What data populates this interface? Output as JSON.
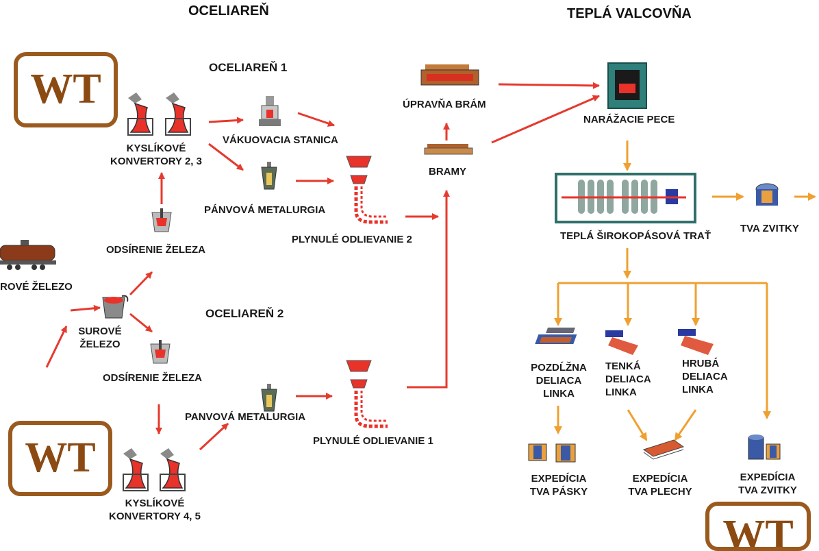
{
  "headers": {
    "steel_plant": "OCELIAREŇ",
    "hot_rolling_mill": "TEPLÁ VALCOVŇA",
    "steel_plant_1": "OCELIAREŇ 1",
    "steel_plant_2": "OCELIAREŇ 2"
  },
  "labels": {
    "raw_iron_train": "ROVÉ ŽELEZO",
    "raw_iron_ladle_line1": "SUROVÉ",
    "raw_iron_ladle_line2": "ŽELEZO",
    "desulf_1": "ODSÍRENIE ŽELEZA",
    "desulf_2": "ODSÍRENIE ŽELEZA",
    "converters_23_line1": "KYSLÍKOVÉ",
    "converters_23_line2": "KONVERTORY 2, 3",
    "converters_45_line1": "KYSLÍKOVÉ",
    "converters_45_line2": "KONVERTORY 4, 5",
    "vacuum_station": "VÁKUOVACIA STANICA",
    "ladle_metallurgy_1": "PÁNVOVÁ METALURGIA",
    "ladle_metallurgy_2": "PANVOVÁ METALURGIA",
    "continuous_casting_2": "PLYNULÉ  ODLIEVANIE 2",
    "continuous_casting_1": "PLYNULÉ  ODLIEVANIE 1",
    "slab_yard": "ÚPRAVŇA BRÁM",
    "slabs": "BRAMY",
    "reheating_furnaces": "NARÁŽACIE PECE",
    "hot_strip_mill": "TEPLÁ ŠIROKOPÁSOVÁ TRAŤ",
    "coils": "TVA ZVITKY",
    "slitting_line_line1": "POZDĹŽNA",
    "slitting_line_line2": "DELIACA",
    "slitting_line_line3": "LINKA",
    "thin_cut_line_line1": "TENKÁ",
    "thin_cut_line_line2": "DELIACA",
    "thin_cut_line_line3": "LINKA",
    "thick_cut_line_line1": "HRUBÁ",
    "thick_cut_line_line2": "DELIACA",
    "thick_cut_line_line3": "LINKA",
    "ship_strips_line1": "EXPEDÍCIA",
    "ship_strips_line2": "TVA PÁSKY",
    "ship_plates_line1": "EXPEDÍCIA",
    "ship_plates_line2": "TVA PLECHY",
    "ship_coils_line1": "EXPEDÍCIA",
    "ship_coils_line2": "TVA ZVITKY"
  },
  "watermark": {
    "text": "WT"
  },
  "colors": {
    "arrow_red": "#e53a2e",
    "arrow_orange": "#f0a030",
    "watermark_brown": "#9a5a1e",
    "mill_frame": "#2f6f6a",
    "molten_red": "#e8322a",
    "slab_brown": "#b0612c"
  }
}
